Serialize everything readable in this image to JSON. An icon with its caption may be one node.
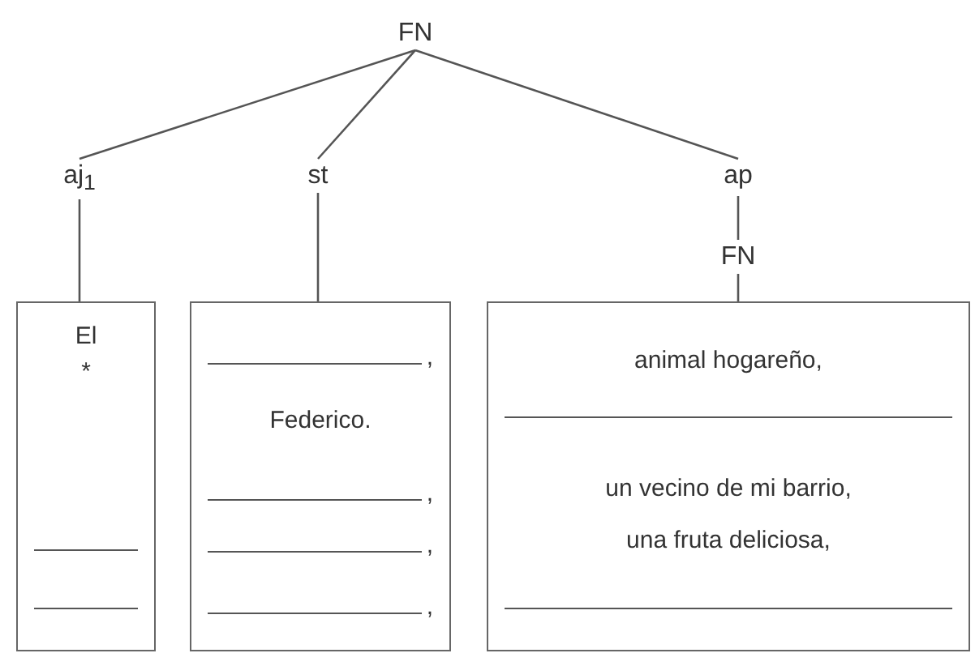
{
  "diagram": {
    "nodes": [
      {
        "text": [
          "FN"
        ]
      },
      {
        "text": [
          "aj$_{1}$"
        ]
      },
      {
        "text": [
          "st"
        ]
      },
      {
        "text": [
          "ap"
        ]
      },
      {
        "text": [
          "FN"
        ]
      },
      {
        "text": [
          "El",
          "*"
        ]
      },
      {
        "text": [
          ",",
          "Federico.",
          ",",
          ",",
          ","
        ]
      },
      {
        "text": [
          "animal hogareño,",
          "un vecino de mi barrio,",
          "una fruta deliciosa,"
        ]
      }
    ],
    "edges": [
      {
        "from": 0,
        "to": 1,
        "arrow": "none"
      },
      {
        "from": 0,
        "to": 2,
        "arrow": "none"
      },
      {
        "from": 0,
        "to": 3,
        "arrow": "none"
      },
      {
        "from": 1,
        "to": 5,
        "arrow": "none"
      },
      {
        "from": 2,
        "to": 6,
        "arrow": "none"
      },
      {
        "from": 3,
        "to": 4,
        "arrow": "none"
      },
      {
        "from": 4,
        "to": 7,
        "arrow": "none"
      }
    ]
  }
}
